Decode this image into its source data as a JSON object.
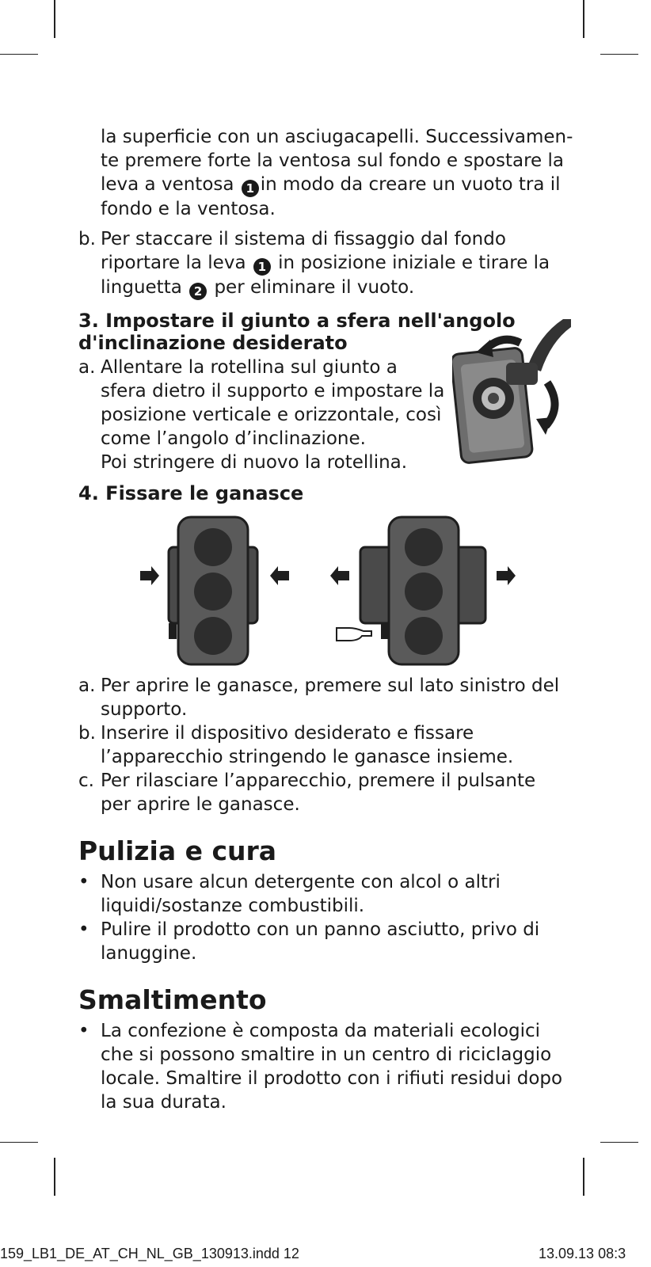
{
  "paragraphs": {
    "intro_l1": "la superficie con un asciugacapelli. Successivamen-",
    "intro_l2": "te premere forte la ventosa sul fondo e spostare la",
    "intro_l3a": "leva a ventosa",
    "intro_l3b": "in modo da creare un vuoto tra il",
    "intro_l4": "fondo e la ventosa."
  },
  "step2b": {
    "label": "b.",
    "l1": "Per staccare il sistema di fissaggio dal fondo",
    "l2a": "riportare la leva",
    "l2b": "in posizione iniziale e tirare la",
    "l3a": "linguetta",
    "l3b": "per eliminare il vuoto."
  },
  "markers": {
    "one": "1",
    "two": "2"
  },
  "section3": {
    "heading_l1": "3. Impostare il giunto a sfera nell'angolo",
    "heading_l2": "d'inclinazione desiderato",
    "item_a": {
      "label": "a.",
      "l1": "Allentare la rotellina sul giunto a",
      "l2": "sfera dietro il supporto e impostare la",
      "l3": "posizione verticale e orizzontale, così",
      "l4": "come l’angolo d’inclinazione.",
      "l5": "Poi stringere di nuovo la rotellina."
    }
  },
  "section4": {
    "heading": "4. Fissare le ganasce",
    "items": [
      {
        "label": "a.",
        "l1": "Per aprire le ganasce, premere sul lato sinistro del",
        "l2": "supporto."
      },
      {
        "label": "b.",
        "l1": "Inserire il dispositivo desiderato e fissare",
        "l2": "l’apparecchio stringendo le ganasce insieme."
      },
      {
        "label": "c.",
        "l1": "Per rilasciare l’apparecchio, premere il pulsante",
        "l2": "per aprire le ganasce."
      }
    ]
  },
  "cleaning": {
    "heading": "Pulizia e cura",
    "bullet": "•",
    "items": [
      {
        "l1": "Non usare alcun detergente con alcol o altri",
        "l2": "liquidi/sostanze combustibili."
      },
      {
        "l1": "Pulire il prodotto con un panno asciutto, privo di",
        "l2": "lanuggine."
      }
    ]
  },
  "disposal": {
    "heading": "Smaltimento",
    "bullet": "•",
    "l1": "La confezione è composta da materiali ecologici",
    "l2": "che si possono smaltire in un centro di riciclaggio",
    "l3": "locale. Smaltire il prodotto con i rifiuti residui dopo",
    "l4": "la sua durata."
  },
  "footer": {
    "file": "159_LB1_DE_AT_CH_NL_GB_130913.indd   12",
    "date": "13.09.13   08:3"
  }
}
